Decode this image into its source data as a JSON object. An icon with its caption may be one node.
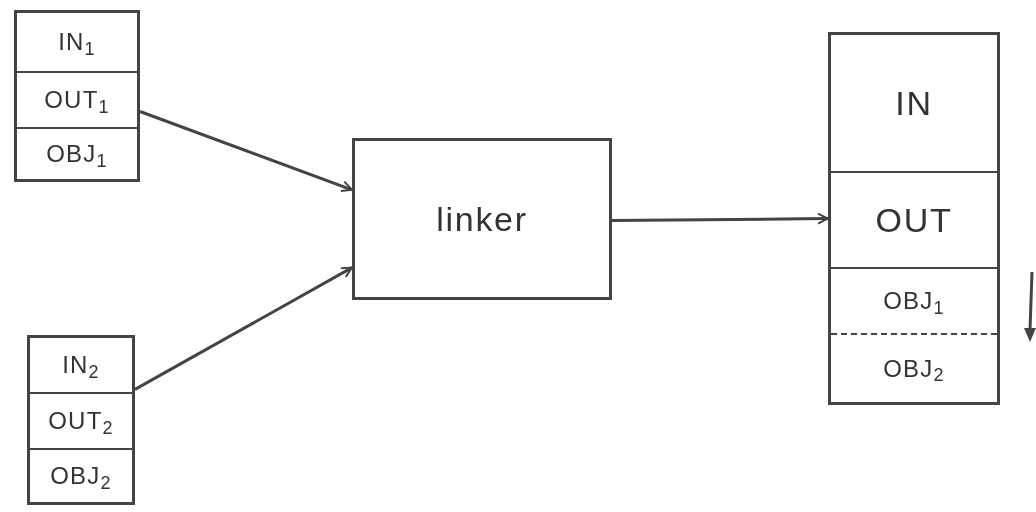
{
  "diagram": {
    "nodes": [
      {
        "text": [],
        "shape": "box"
      },
      {
        "text": [
          "IN$_{1}$"
        ],
        "in": 0
      },
      {
        "text": [
          "OUT$_{1}$"
        ],
        "in": 0
      },
      {
        "text": [
          "OBJ$_{1}$"
        ],
        "in": 0
      },
      {
        "text": [],
        "shape": "box"
      },
      {
        "text": [
          "IN$_{2}$"
        ],
        "in": 4
      },
      {
        "text": [
          "OUT$_{2}$"
        ],
        "in": 4
      },
      {
        "text": [
          "OBJ$_{2}$"
        ],
        "in": 4
      },
      {
        "text": [
          "linker"
        ]
      },
      {
        "text": [],
        "shape": "box"
      },
      {
        "text": [
          "IN"
        ],
        "in": 9
      },
      {
        "text": [
          "OUT"
        ],
        "in": 9
      },
      {
        "text": [
          "OBJ$_{1}$"
        ],
        "in": 9
      },
      {
        "text": [
          "OBJ$_{2}$"
        ],
        "in": 9
      }
    ],
    "edges": [
      {
        "from": 0,
        "to": 8,
        "arrow": "to"
      },
      {
        "from": 4,
        "to": 8,
        "arrow": "to"
      },
      {
        "from": 8,
        "to": 9,
        "arrow": "to"
      }
    ]
  }
}
